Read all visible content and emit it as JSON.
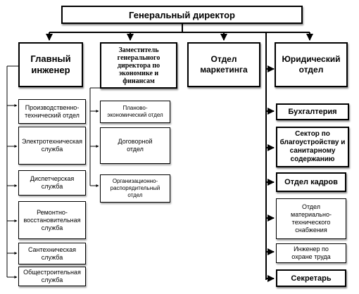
{
  "chart": {
    "director": "Генеральный директор",
    "chief_engineer": "Главный инженер",
    "deputy_director": "Заместитель генерального директора по экономике и финансам",
    "marketing": "Отдел маркетинга",
    "legal": "Юридический отдел",
    "engineer_units": [
      "Производственно-технический отдел",
      "Электротехническая служба",
      "Диспетчерская служба",
      "Ремонтно-восстановительная служба",
      "Сантехническая служба",
      "Общестроительная служба"
    ],
    "deputy_units": [
      "Планово-экономический отдел",
      "Договорной отдел",
      "Организационно-распорядительный отдел"
    ],
    "right_units": [
      "Бухгалтерия",
      "Сектор по благоустройству и санитарному содержанию",
      "Отдел кадров",
      "Отдел материально-технического снабжения",
      "Инженер по охране труда",
      "Секретарь"
    ]
  }
}
